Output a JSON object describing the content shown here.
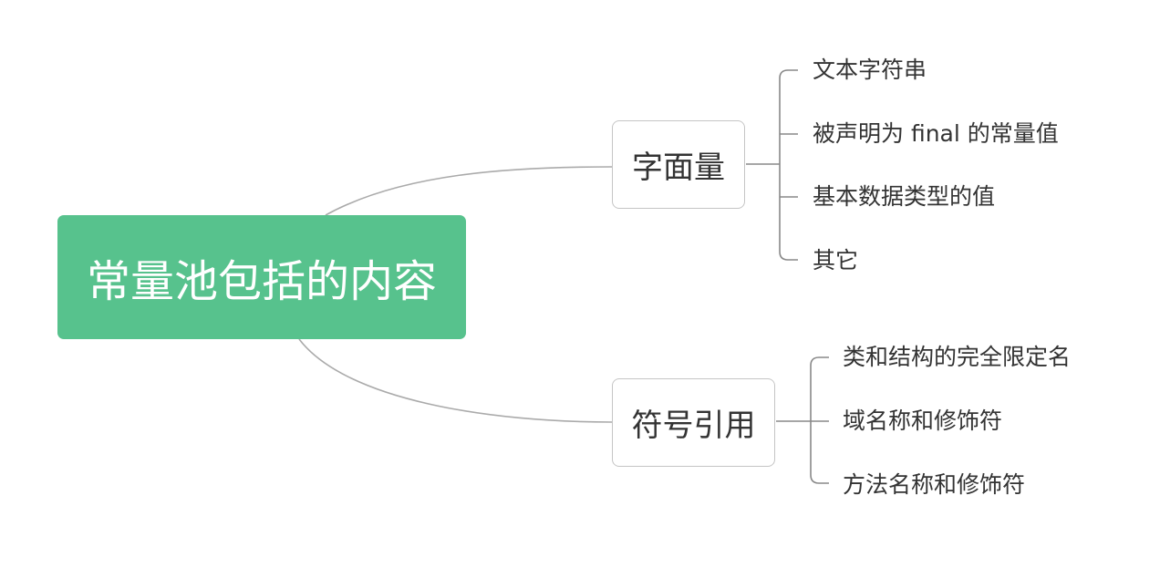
{
  "root": {
    "label": "常量池包括的内容"
  },
  "branches": [
    {
      "label": "字面量",
      "children": [
        {
          "label": "文本字符串"
        },
        {
          "label": "被声明为 final 的常量值"
        },
        {
          "label": "基本数据类型的值"
        },
        {
          "label": "其它"
        }
      ]
    },
    {
      "label": "符号引用",
      "children": [
        {
          "label": "类和结构的完全限定名"
        },
        {
          "label": "域名称和修饰符"
        },
        {
          "label": "方法名称和修饰符"
        }
      ]
    }
  ],
  "colors": {
    "root_fill": "#57c28d",
    "root_text": "#ffffff",
    "topic_border": "#c5c5c5",
    "text": "#333333",
    "connector": "#aaaaaa"
  }
}
